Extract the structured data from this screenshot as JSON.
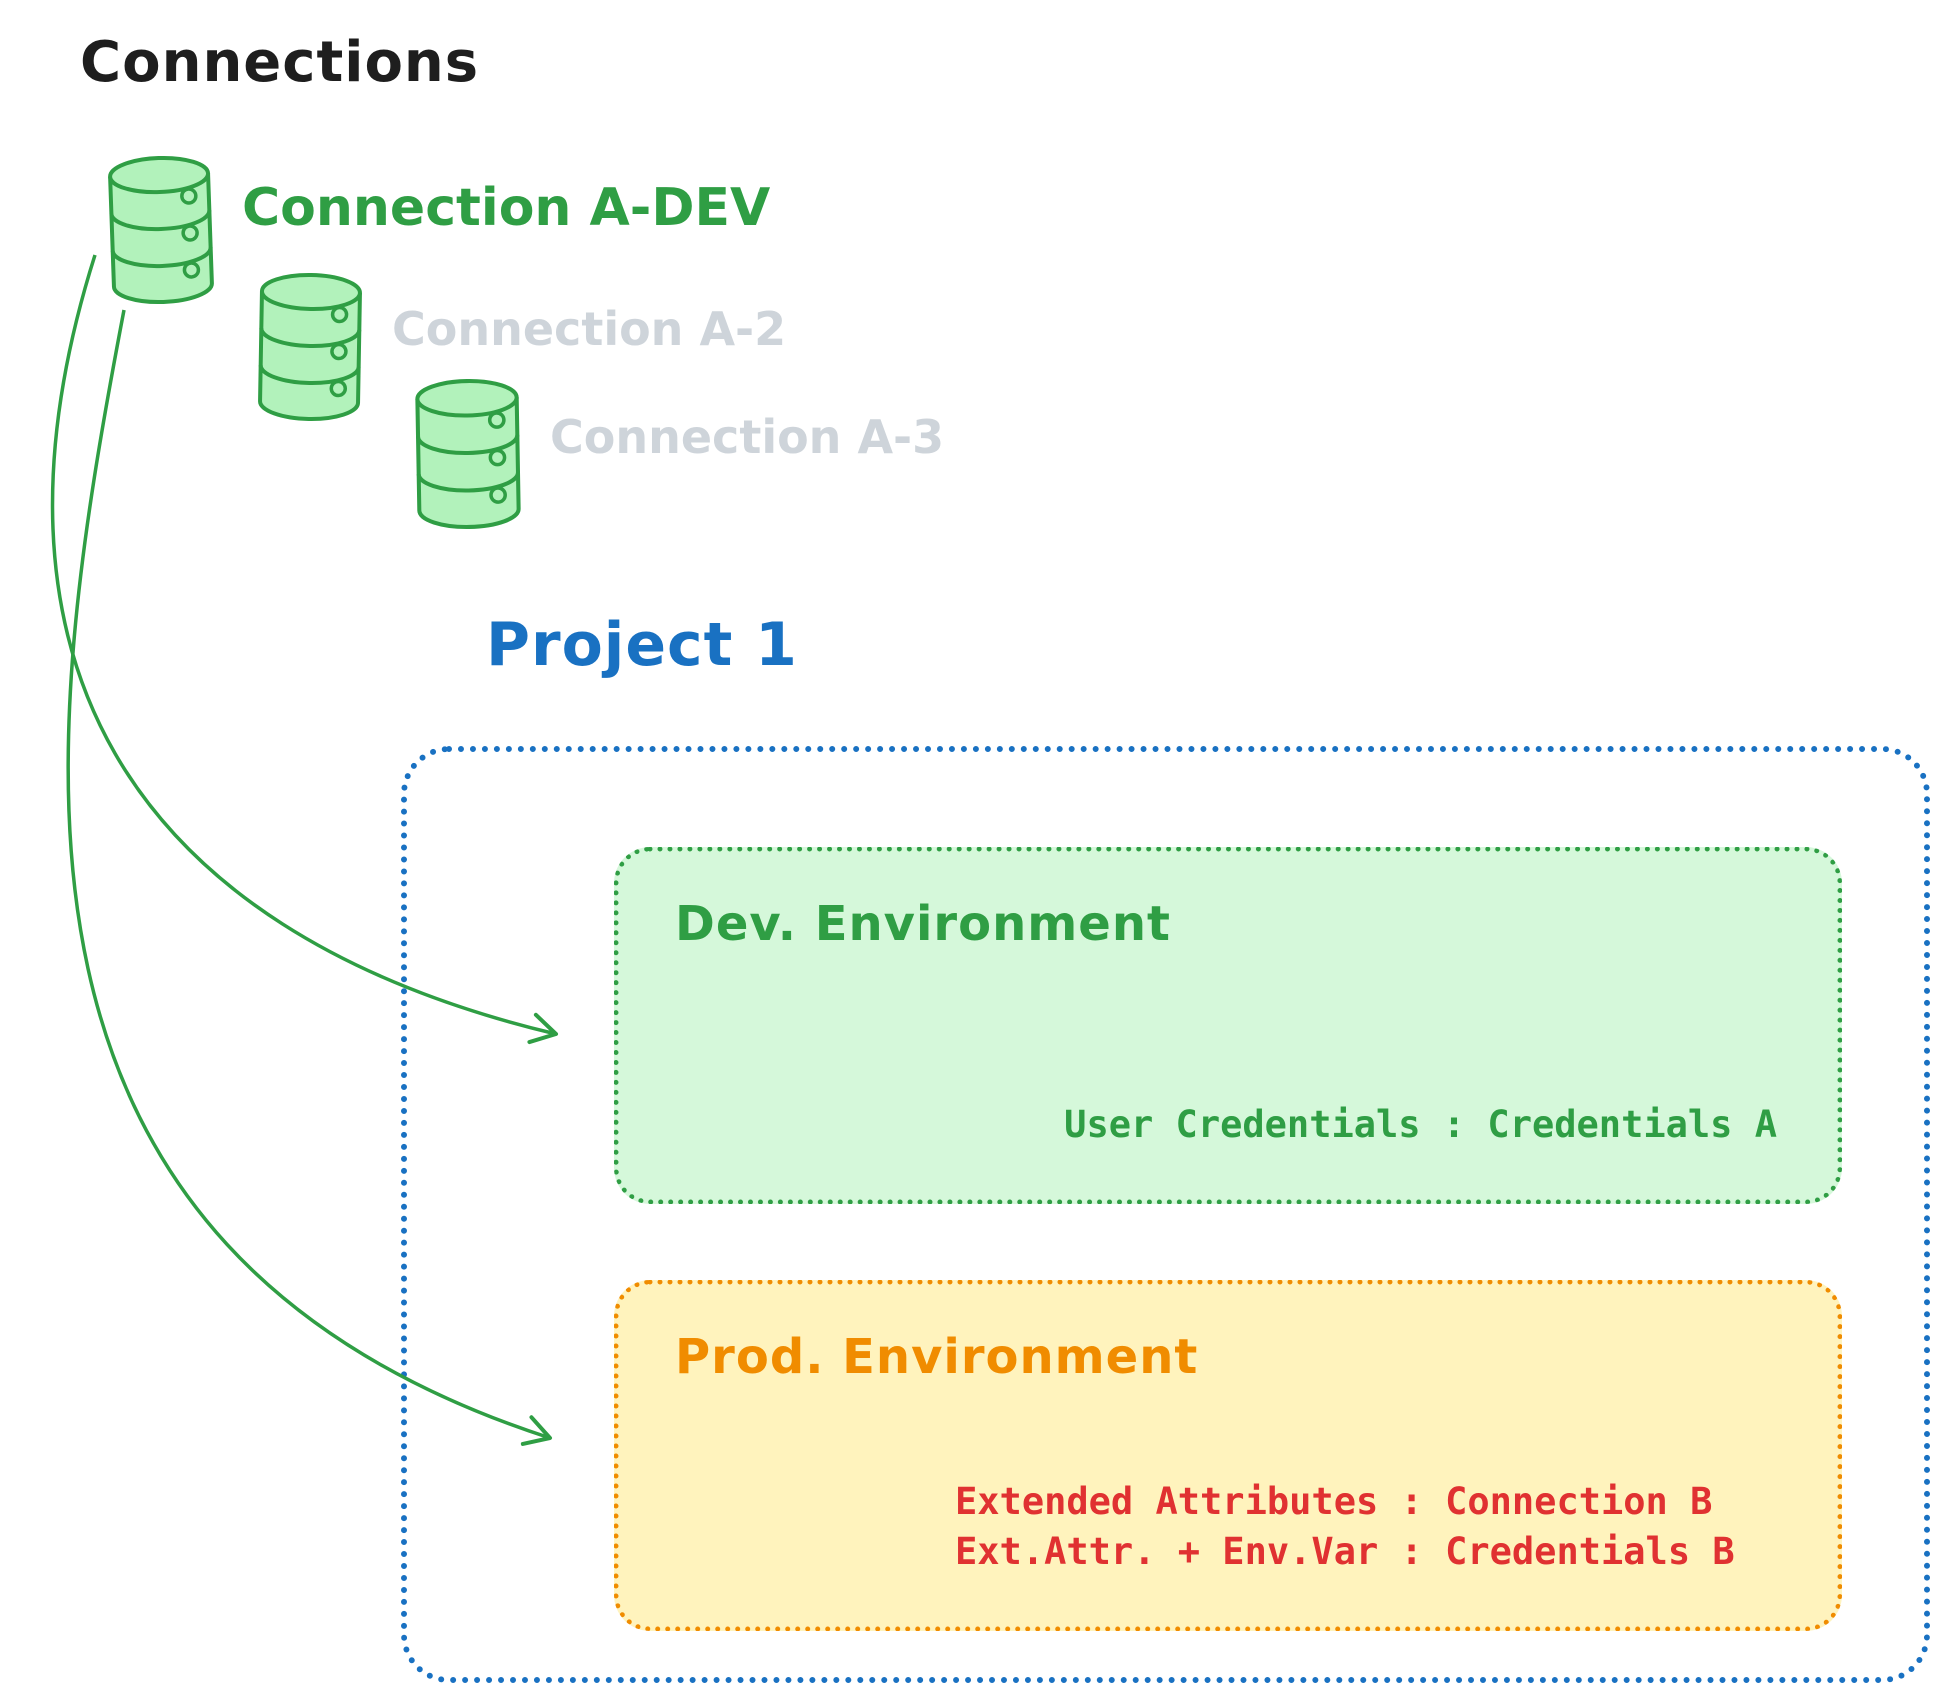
{
  "diagram": {
    "title": "Connections",
    "connections": [
      {
        "label": "Connection A-DEV",
        "state": "active"
      },
      {
        "label": "Connection A-2",
        "state": "inactive"
      },
      {
        "label": "Connection A-3",
        "state": "inactive"
      }
    ],
    "project": {
      "title": "Project 1",
      "dev_environment": {
        "name": "Dev. Environment",
        "credentials_line": "User Credentials : Credentials A"
      },
      "prod_environment": {
        "name": "Prod. Environment",
        "line1": "Extended Attributes : Connection B",
        "line2": "Ext.Attr. + Env.Var : Credentials B"
      }
    },
    "colors": {
      "green": "#2f9e44",
      "green_fill": "#b2f2bb",
      "gray_inactive": "#ced4da",
      "blue": "#1971c2",
      "orange": "#f08c00",
      "yellow_fill": "#ffec99",
      "red": "#e03131",
      "black": "#1e1e1e"
    }
  }
}
